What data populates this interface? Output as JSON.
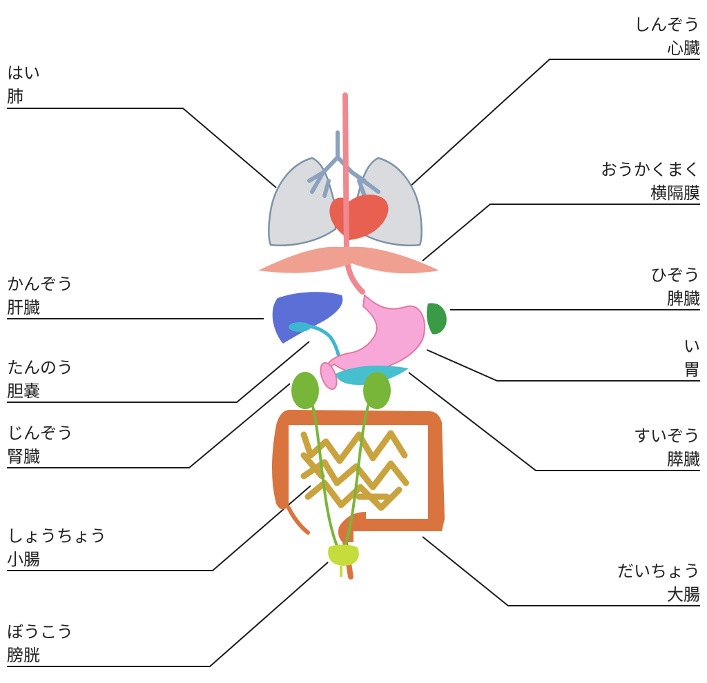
{
  "colors": {
    "leader_line": "#1a1a1a",
    "lung": "#d9dbdf",
    "heart": "#e8604f",
    "diaphragm": "#f0a090",
    "esophagus": "#f08890",
    "liver": "#5b6fd6",
    "gallbladder": "#3fb6d1",
    "stomach": "#f7a8d8",
    "spleen": "#3a9a45",
    "pancreas": "#46bfcf",
    "kidney": "#78b63a",
    "large_intestine": "#d9743f",
    "small_intestine": "#c9a33e",
    "bladder": "#c6dc3a",
    "trachea": "#8aa2bd"
  },
  "labels": {
    "lung": {
      "reading": "はい",
      "kanji": "肺"
    },
    "heart": {
      "reading": "しんぞう",
      "kanji": "心臓"
    },
    "diaphragm": {
      "reading": "おうかくまく",
      "kanji": "横隔膜"
    },
    "liver": {
      "reading": "かんぞう",
      "kanji": "肝臓"
    },
    "spleen": {
      "reading": "ひぞう",
      "kanji": "脾臓"
    },
    "stomach": {
      "reading": "い",
      "kanji": "胃"
    },
    "gallbladder": {
      "reading": "たんのう",
      "kanji": "胆嚢"
    },
    "kidney": {
      "reading": "じんぞう",
      "kanji": "腎臓"
    },
    "pancreas": {
      "reading": "すいぞう",
      "kanji": "膵臓"
    },
    "small_intestine": {
      "reading": "しょうちょう",
      "kanji": "小腸"
    },
    "large_intestine": {
      "reading": "だいちょう",
      "kanji": "大腸"
    },
    "bladder": {
      "reading": "ぼうこう",
      "kanji": "膀胱"
    }
  }
}
